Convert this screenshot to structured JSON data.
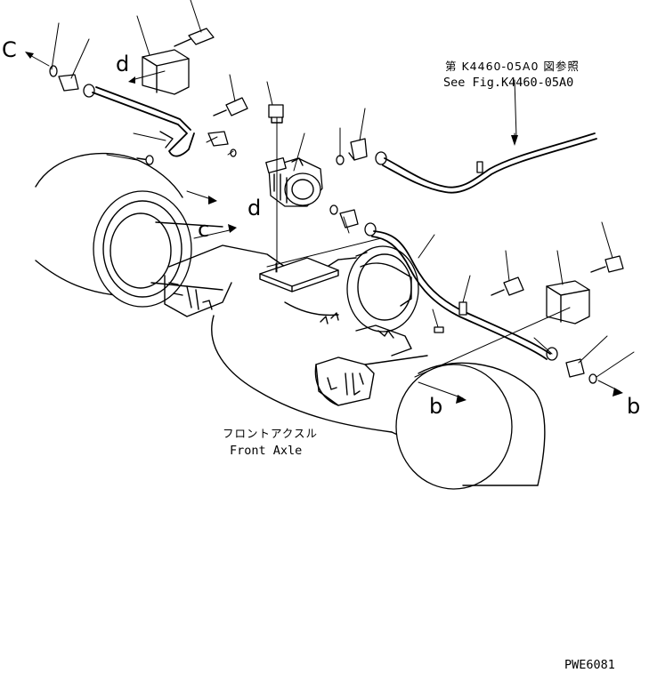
{
  "reference_note": {
    "japanese": "第 K4460-05A0 図参照",
    "english": "See Fig.K4460-05A0"
  },
  "assembly_label": {
    "japanese": "フロントアクスル",
    "english": "Front Axle"
  },
  "direction_labels": {
    "c_left": "C",
    "d_top": "d",
    "d_mid": "d",
    "c_mid": "c",
    "b_mid": "b",
    "b_right": "b"
  },
  "drawing_code": "PWE6081"
}
